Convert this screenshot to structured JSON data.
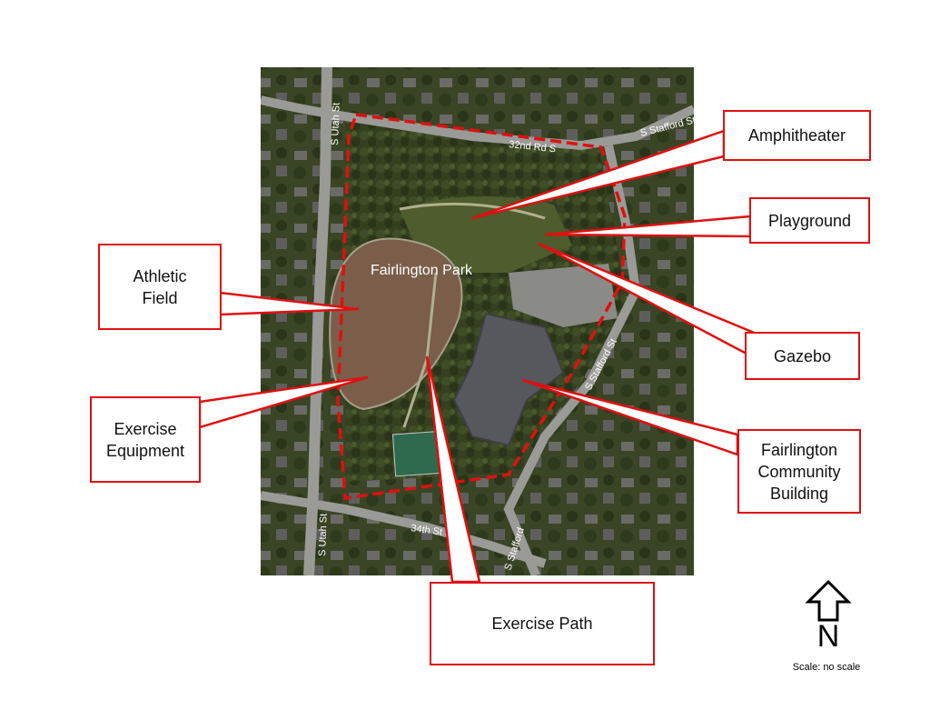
{
  "map": {
    "park_name": "Fairlington Park",
    "streets": {
      "s_utah_north": "S Utah St",
      "s_utah_south": "S Utah St",
      "road_32nd": "32nd Rd S",
      "s_stafford_ne": "S Stafford St",
      "s_stafford_mid": "S Stafford St",
      "s_stafford_south": "S Stafford",
      "street_34th": "34th St S"
    },
    "colors": {
      "accent": "#e01010",
      "boundary": "#e01010",
      "grass": "#4a5a2c",
      "trees": "#2f3a1e",
      "field": "#7a5e4a",
      "road": "#9a9a96",
      "court": "#2f6a4e",
      "building_roof": "#55585c"
    }
  },
  "labels": {
    "amphitheater": "Amphitheater",
    "playground": "Playground",
    "athletic_field": "Athletic\nField",
    "gazebo": "Gazebo",
    "exercise_equipment": "Exercise\nEquipment",
    "community_building": "Fairlington\nCommunity\nBuilding",
    "exercise_path": "Exercise Path"
  },
  "legend": {
    "north_letter": "N",
    "north_icon": "north-arrow-icon",
    "scale_note": "Scale: no scale"
  }
}
